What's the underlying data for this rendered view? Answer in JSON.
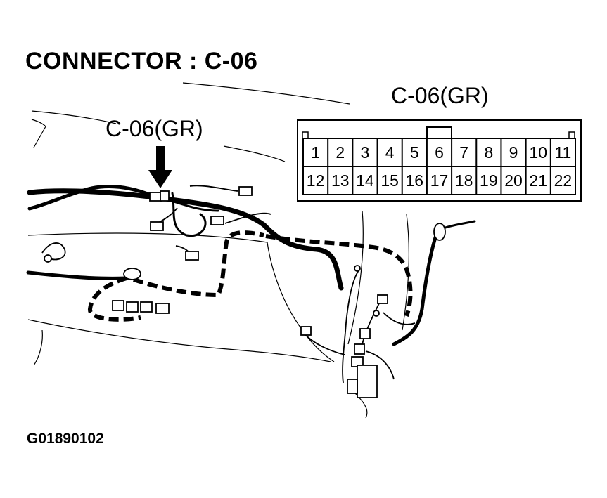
{
  "title": "CONNECTOR : C-06",
  "connector_face_label": "C-06(GR)",
  "harness_callout_label": "C-06(GR)",
  "figure_code": "G01890102",
  "pins_row1": [
    "1",
    "2",
    "3",
    "4",
    "5",
    "6",
    "7",
    "8",
    "9",
    "10",
    "11"
  ],
  "pins_row2": [
    "12",
    "13",
    "14",
    "15",
    "16",
    "17",
    "18",
    "19",
    "20",
    "21",
    "22"
  ]
}
